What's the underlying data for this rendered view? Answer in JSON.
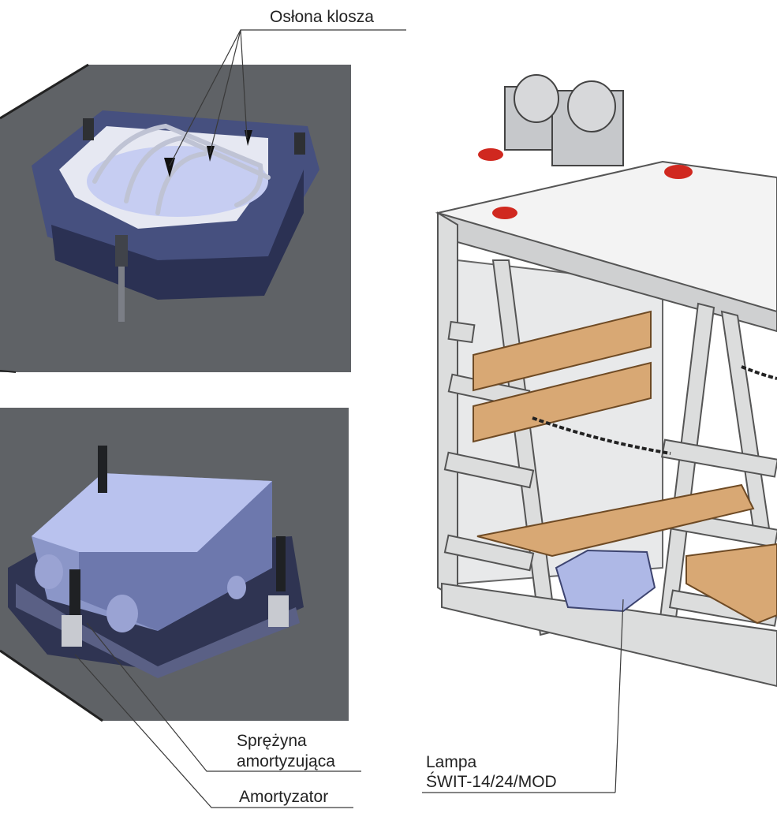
{
  "labels": {
    "oslona_klosza": "Osłona klosza",
    "sprezyna_line1": "Sprężyna",
    "sprezyna_line2": "amortyzująca",
    "lampa_line1": "Lampa",
    "lampa_line2": "ŚWIT-14/24/MOD",
    "amortyzator": "Amortyzator"
  },
  "colors": {
    "panel_gray": "#5f6266",
    "lamp_blue": "#aeb8e6",
    "lamp_dark": "#3d4470",
    "frame_gray": "#d9dadb",
    "frame_edge": "#555555",
    "wood": "#d8a874",
    "accent_red": "#d0281f"
  }
}
